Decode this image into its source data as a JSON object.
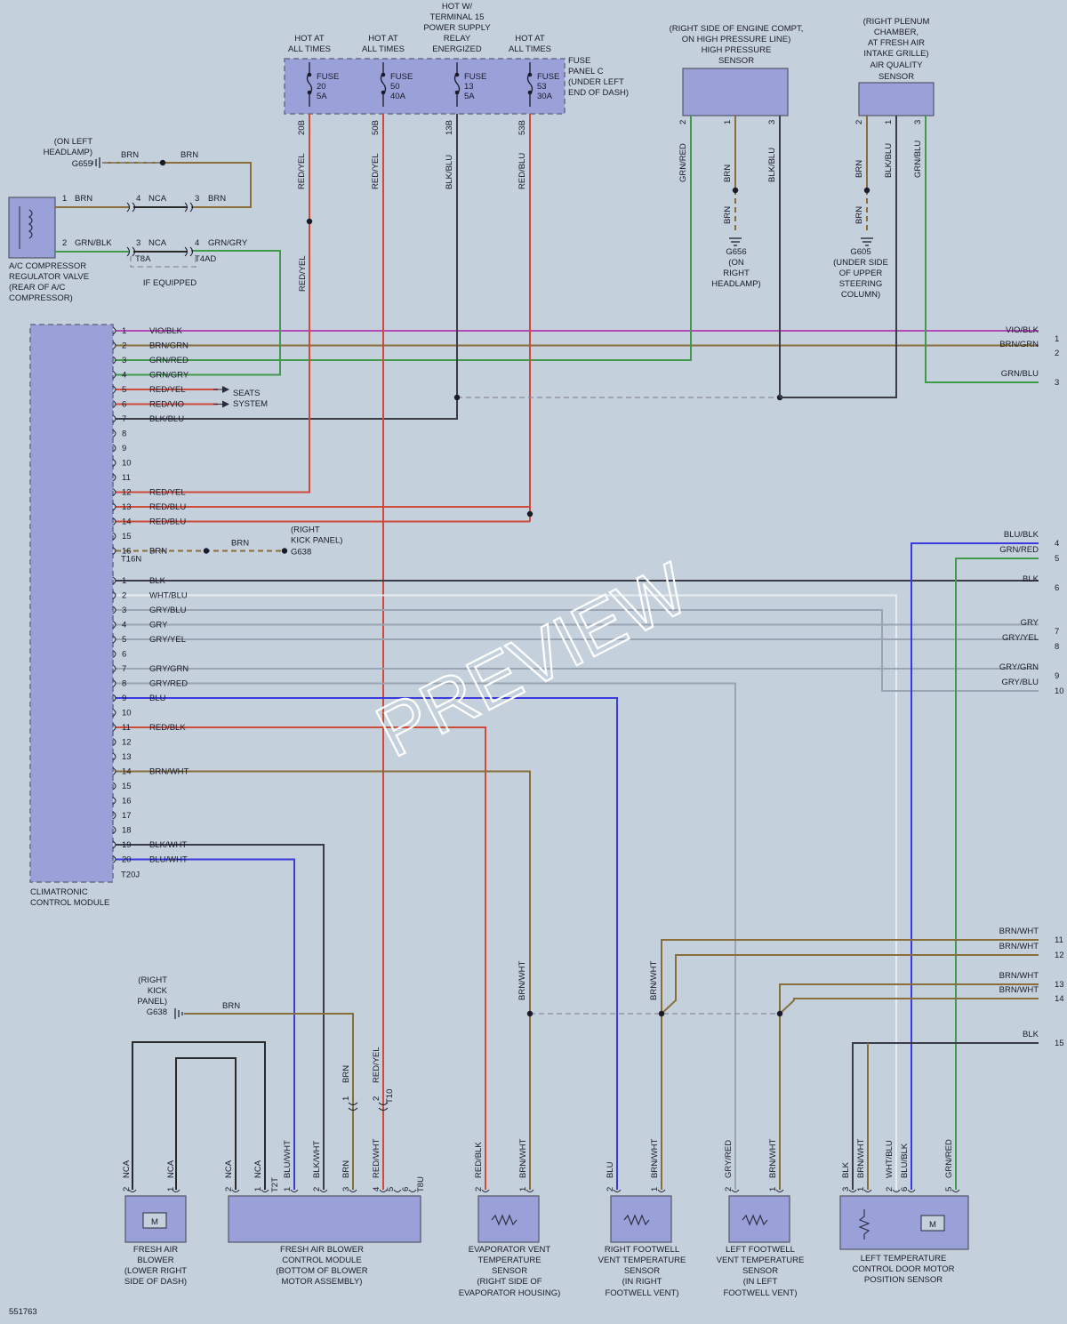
{
  "diagram_id": "551763",
  "watermark": "PREVIEW",
  "wire_colors": {
    "BRN": "#8a6e3a",
    "RED": "#d04a3a",
    "GRN": "#3f9a4a",
    "BLU": "#3a3adf",
    "VIO": "#b24ab5",
    "BLK": "#3c3c46",
    "GRY": "#9aa4b2",
    "WHT": "#e8ecf0",
    "YEL": "#d8cc44",
    "NCA": "#2a2a2a"
  },
  "fuse_panel": {
    "labels": [
      {
        "id": "f20",
        "header": [
          "HOT AT",
          "ALL TIMES"
        ],
        "fuse": [
          "FUSE",
          "20",
          "5A"
        ],
        "circuit": "20B",
        "wire": "RED/YEL"
      },
      {
        "id": "f50",
        "header": [
          "HOT AT",
          "ALL TIMES"
        ],
        "fuse": [
          "FUSE",
          "50",
          "40A"
        ],
        "circuit": "50B",
        "wire": "RED/YEL"
      },
      {
        "id": "f13",
        "header": [
          "HOT W/",
          "TERMINAL 15",
          "POWER SUPPLY",
          "RELAY",
          "ENERGIZED"
        ],
        "fuse": [
          "FUSE",
          "13",
          "5A"
        ],
        "circuit": "13B",
        "wire": "BLK/BLU"
      },
      {
        "id": "f53",
        "header": [
          "HOT AT",
          "ALL TIMES"
        ],
        "fuse": [
          "FUSE",
          "53",
          "30A"
        ],
        "circuit": "53B",
        "wire": "RED/BLU"
      }
    ],
    "panel_label": [
      "FUSE",
      "PANEL C",
      "(UNDER LEFT",
      "END OF DASH)"
    ]
  },
  "sensors_top": {
    "hp_sensor": {
      "label": [
        "(RIGHT SIDE OF ENGINE COMPT,",
        "ON HIGH PRESSURE LINE)",
        "HIGH PRESSURE",
        "SENSOR"
      ],
      "pins": [
        "2",
        "1",
        "3"
      ],
      "wires": [
        "GRN/RED",
        "BRN",
        "BLK/BLU"
      ],
      "ground_wire": "BRN",
      "ground": [
        "G656",
        "(ON",
        "RIGHT",
        "HEADLAMP)"
      ]
    },
    "aq_sensor": {
      "label": [
        "(RIGHT PLENUM",
        "CHAMBER,",
        "AT FRESH AIR",
        "INTAKE GRILLE)",
        "AIR QUALITY",
        "SENSOR"
      ],
      "pins": [
        "2",
        "1",
        "3"
      ],
      "wires": [
        "BRN",
        "BLK/BLU",
        "GRN/BLU"
      ],
      "ground_wire": "BRN",
      "ground": [
        "G605",
        "(UNDER SIDE",
        "OF UPPER",
        "STEERING",
        "COLUMN)"
      ]
    }
  },
  "ac_valve": {
    "label": [
      "A/C COMPRESSOR",
      "REGULATOR VALVE",
      "(REAR OF A/C",
      "COMPRESSOR)"
    ],
    "ground": [
      "(ON LEFT",
      "HEADLAMP)",
      "G655"
    ],
    "ground_wires": [
      "BRN",
      "BRN"
    ],
    "rows": [
      {
        "pin": "1",
        "wire": "BRN",
        "mid_pin": "4",
        "mid_wire": "NCA",
        "right_pin": "3",
        "right_wire": "BRN"
      },
      {
        "pin": "2",
        "wire": "GRN/BLK",
        "mid_pin": "3",
        "mid_wire": "NCA",
        "right_pin": "4",
        "right_wire": "GRN/GRY"
      }
    ],
    "connectors": [
      "T8A",
      "T4AD"
    ],
    "note": "IF EQUIPPED"
  },
  "module": {
    "label": [
      "CLIMATRONIC",
      "CONTROL MODULE"
    ],
    "connector_a": "T16N",
    "connector_b": "T20J",
    "pins_a": [
      {
        "n": "1",
        "wire": "VIO/BLK"
      },
      {
        "n": "2",
        "wire": "BRN/GRN"
      },
      {
        "n": "3",
        "wire": "GRN/RED"
      },
      {
        "n": "4",
        "wire": "GRN/GRY"
      },
      {
        "n": "5",
        "wire": "RED/YEL"
      },
      {
        "n": "6",
        "wire": "RED/VIO"
      },
      {
        "n": "7",
        "wire": "BLK/BLU"
      },
      {
        "n": "8",
        "wire": ""
      },
      {
        "n": "9",
        "wire": ""
      },
      {
        "n": "10",
        "wire": ""
      },
      {
        "n": "11",
        "wire": ""
      },
      {
        "n": "12",
        "wire": "RED/YEL"
      },
      {
        "n": "13",
        "wire": "RED/BLU"
      },
      {
        "n": "14",
        "wire": "RED/BLU"
      },
      {
        "n": "15",
        "wire": ""
      },
      {
        "n": "16",
        "wire": "BRN"
      }
    ],
    "pins_b": [
      {
        "n": "1",
        "wire": "BLK"
      },
      {
        "n": "2",
        "wire": "WHT/BLU"
      },
      {
        "n": "3",
        "wire": "GRY/BLU"
      },
      {
        "n": "4",
        "wire": "GRY"
      },
      {
        "n": "5",
        "wire": "GRY/YEL"
      },
      {
        "n": "6",
        "wire": ""
      },
      {
        "n": "7",
        "wire": "GRY/GRN"
      },
      {
        "n": "8",
        "wire": "GRY/RED"
      },
      {
        "n": "9",
        "wire": "BLU"
      },
      {
        "n": "10",
        "wire": ""
      },
      {
        "n": "11",
        "wire": "RED/BLK"
      },
      {
        "n": "12",
        "wire": ""
      },
      {
        "n": "13",
        "wire": ""
      },
      {
        "n": "14",
        "wire": "BRN/WHT"
      },
      {
        "n": "15",
        "wire": ""
      },
      {
        "n": "16",
        "wire": ""
      },
      {
        "n": "17",
        "wire": ""
      },
      {
        "n": "18",
        "wire": ""
      },
      {
        "n": "19",
        "wire": "BLK/WHT"
      },
      {
        "n": "20",
        "wire": "BLU/WHT"
      }
    ],
    "seats_label": [
      "SEATS",
      "SYSTEM"
    ],
    "g638_label": [
      "(RIGHT",
      "KICK PANEL)",
      "G638"
    ],
    "g638_wire": "BRN"
  },
  "edge_refs": [
    {
      "n": "1",
      "wire": "VIO/BLK"
    },
    {
      "n": "2",
      "wire": "BRN/GRN"
    },
    {
      "n": "3",
      "wire": "GRN/BLU"
    },
    {
      "n": "4",
      "wire": "BLU/BLK"
    },
    {
      "n": "5",
      "wire": "GRN/RED"
    },
    {
      "n": "6",
      "wire": "BLK"
    },
    {
      "n": "7",
      "wire": "GRY"
    },
    {
      "n": "8",
      "wire": "GRY/YEL"
    },
    {
      "n": "9",
      "wire": "GRY/GRN"
    },
    {
      "n": "10",
      "wire": "GRY/BLU"
    },
    {
      "n": "11",
      "wire": "BRN/WHT"
    },
    {
      "n": "12",
      "wire": "BRN/WHT"
    },
    {
      "n": "13",
      "wire": "BRN/WHT"
    },
    {
      "n": "14",
      "wire": "BRN/WHT"
    },
    {
      "n": "15",
      "wire": "BLK"
    }
  ],
  "bottom": {
    "g638": [
      "(RIGHT",
      "KICK",
      "PANEL)",
      "G638"
    ],
    "g638_wire": "BRN",
    "t10": "T10",
    "t10_wires": [
      "BRN",
      "RED/YEL"
    ],
    "t10_pins": [
      "1",
      "2"
    ],
    "blower": {
      "label": [
        "FRESH AIR",
        "BLOWER",
        "(LOWER RIGHT",
        "SIDE OF DASH)"
      ],
      "pins": [
        "2",
        "1"
      ],
      "wires": [
        "NCA",
        "NCA"
      ],
      "motor": "M"
    },
    "blower_module": {
      "label": [
        "FRESH AIR BLOWER",
        "CONTROL MODULE",
        "(BOTTOM OF BLOWER",
        "MOTOR ASSEMBLY)"
      ],
      "connectors": [
        "T2T",
        "T8U"
      ],
      "pins": [
        "2",
        "1",
        "1",
        "2",
        "3",
        "4",
        "5",
        "6"
      ],
      "wires": [
        "NCA",
        "NCA",
        "BLU/WHT",
        "BLK/WHT",
        "BRN",
        "RED/WHT"
      ]
    },
    "evap": {
      "label": [
        "EVAPORATOR VENT",
        "TEMPERATURE",
        "SENSOR",
        "(RIGHT SIDE OF",
        "EVAPORATOR HOUSING)"
      ],
      "pins": [
        "2",
        "1"
      ],
      "wires": [
        "RED/BLK",
        "BRN/WHT"
      ],
      "up_wire": "BRN/WHT"
    },
    "rfw": {
      "label": [
        "RIGHT FOOTWELL",
        "VENT TEMPERATURE",
        "SENSOR",
        "(IN RIGHT",
        "FOOTWELL VENT)"
      ],
      "pins": [
        "2",
        "1"
      ],
      "wires": [
        "BLU",
        "BRN/WHT"
      ],
      "up_wire": "BRN/WHT"
    },
    "lfw": {
      "label": [
        "LEFT FOOTWELL",
        "VENT TEMPERATURE",
        "SENSOR",
        "(IN LEFT",
        "FOOTWELL VENT)"
      ],
      "pins": [
        "2",
        "1"
      ],
      "wires": [
        "GRY/RED",
        "BRN/WHT"
      ]
    },
    "ltemp": {
      "label": [
        "LEFT TEMPERATURE",
        "CONTROL DOOR MOTOR",
        "POSITION SENSOR"
      ],
      "pins": [
        "3",
        "1",
        "2",
        "6",
        "5"
      ],
      "wires": [
        "BLK",
        "BRN/WHT",
        "WHT/BLU",
        "BLU/BLK",
        "GRN/RED"
      ],
      "motor": "M"
    }
  }
}
